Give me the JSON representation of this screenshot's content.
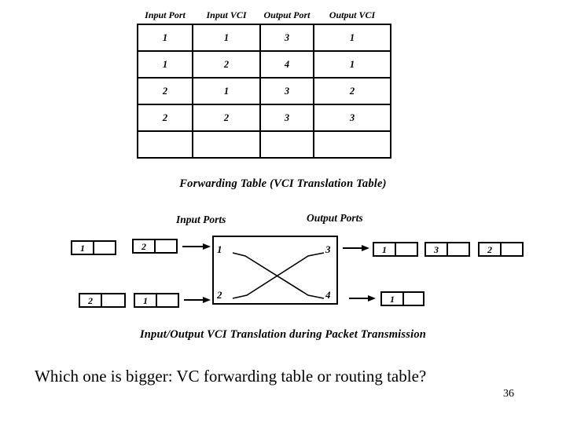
{
  "slide": {
    "page_number": "36",
    "question": "Which one is bigger: VC forwarding table or routing table?"
  },
  "forwarding_table": {
    "caption": "Forwarding Table (VCI Translation Table)",
    "headers": [
      "Input Port",
      "Input VCI",
      "Output Port",
      "Output VCI"
    ],
    "rows": [
      [
        "1",
        "1",
        "3",
        "1"
      ],
      [
        "1",
        "2",
        "4",
        "1"
      ],
      [
        "2",
        "1",
        "3",
        "2"
      ],
      [
        "2",
        "2",
        "3",
        "3"
      ],
      [
        "",
        "",
        "",
        ""
      ]
    ]
  },
  "switch_diagram": {
    "caption": "Input/Output VCI Translation during Packet Transmission",
    "input_ports_label": "Input Ports",
    "output_ports_label": "Output Ports",
    "switch_ports": {
      "in_top": "1",
      "in_bottom": "2",
      "out_top": "3",
      "out_bottom": "4"
    },
    "input_packets": [
      {
        "name": "input-packet-top-left",
        "vci": "1"
      },
      {
        "name": "input-packet-top-right",
        "vci": "2"
      },
      {
        "name": "input-packet-bottom-left",
        "vci": "2"
      },
      {
        "name": "input-packet-bottom-right",
        "vci": "1"
      }
    ],
    "output_packets": [
      {
        "name": "output-packet-top-1",
        "vci": "1"
      },
      {
        "name": "output-packet-top-2",
        "vci": "3"
      },
      {
        "name": "output-packet-top-3",
        "vci": "2"
      },
      {
        "name": "output-packet-bottom-1",
        "vci": "1"
      }
    ]
  },
  "colors": {
    "ink": "#000000",
    "background": "#ffffff"
  }
}
